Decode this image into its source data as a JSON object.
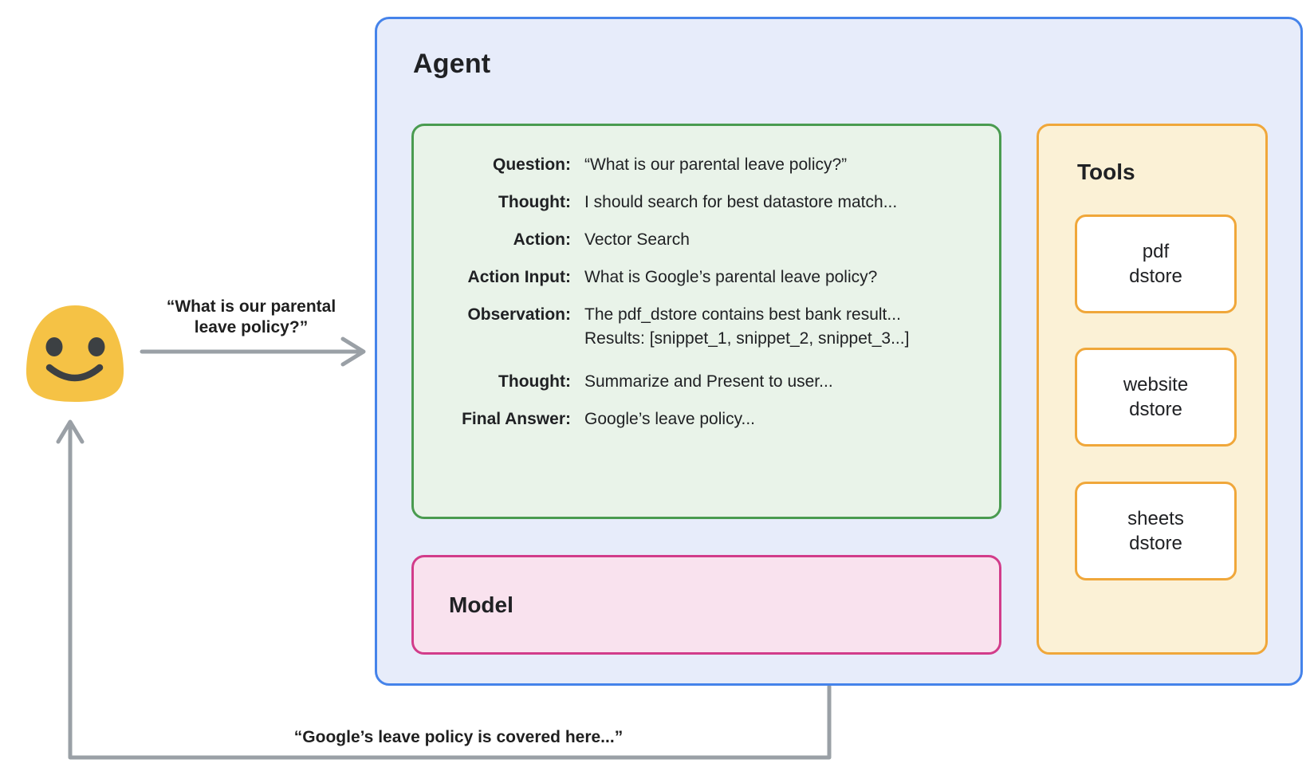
{
  "agent": {
    "title": "Agent"
  },
  "user": {
    "icon": "smiling-blob-emoji",
    "request_quote": "“What is our parental\nleave policy?”",
    "response_quote": "“Google’s leave policy is covered here...”"
  },
  "scratchpad": {
    "rows": [
      {
        "label": "Question:",
        "value": "“What is our parental leave policy?”"
      },
      {
        "label": "Thought:",
        "value": "I should search for best datastore match..."
      },
      {
        "label": "Action:",
        "value": "Vector Search"
      },
      {
        "label": "Action Input:",
        "value": "What is Google’s parental leave policy?"
      },
      {
        "label": "Observation:",
        "value": "The pdf_dstore contains best bank result...\nResults: [snippet_1, snippet_2, snippet_3...]"
      },
      {
        "label": "Thought:",
        "value": "Summarize and Present to user..."
      },
      {
        "label": "Final Answer:",
        "value": "Google’s leave policy..."
      }
    ]
  },
  "model": {
    "title": "Model"
  },
  "tools": {
    "title": "Tools",
    "items": [
      "pdf\ndstore",
      "website\ndstore",
      "sheets\ndstore"
    ]
  },
  "colors": {
    "agent_border": "#4583ea",
    "agent_fill": "#e7ecfa",
    "scratch_border": "#4a9b50",
    "scratch_fill": "#e9f3e9",
    "model_border": "#d23c8a",
    "model_fill": "#f9e2ee",
    "tools_border": "#f0a73a",
    "tools_fill": "#fbf1d6",
    "tool_item_fill": "#ffffff",
    "arrow": "#9aa0a6",
    "dotted": "#8b9096",
    "emoji": "#f5c245",
    "emoji_features": "#3c4043",
    "ink": "#202124"
  }
}
